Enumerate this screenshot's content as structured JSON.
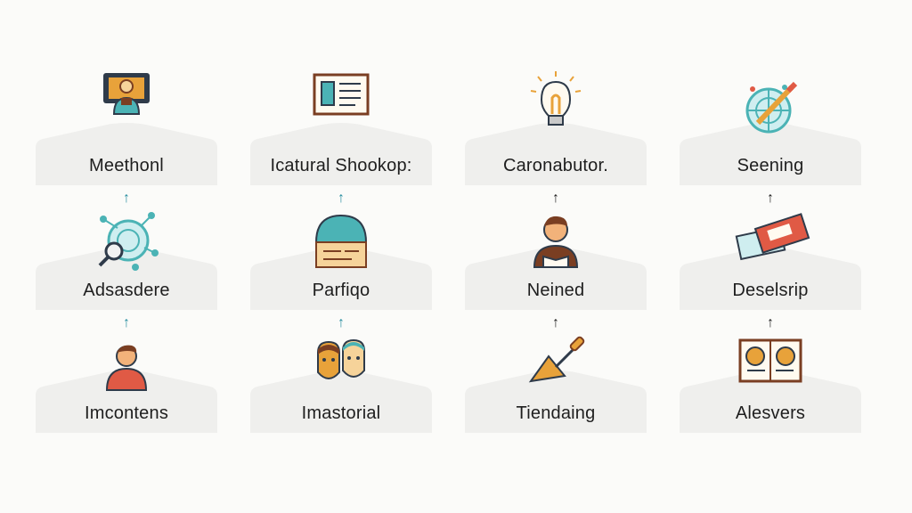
{
  "columns": [
    {
      "cards": [
        {
          "label": "Meethonl",
          "icon": "mentor-monitor-icon"
        },
        {
          "label": "Adsasdere",
          "icon": "network-magnifier-icon"
        },
        {
          "label": "Imcontens",
          "icon": "person-icon"
        }
      ],
      "arrow_color": "#2a8ea0"
    },
    {
      "cards": [
        {
          "label": "Icatural Shookop:",
          "icon": "document-icon"
        },
        {
          "label": "Parfiqo",
          "icon": "dome-board-icon"
        },
        {
          "label": "Imastorial",
          "icon": "two-faces-icon"
        }
      ],
      "arrow_color": "#2a8ea0"
    },
    {
      "cards": [
        {
          "label": "Caronabutor.",
          "icon": "lightbulb-icon"
        },
        {
          "label": "Neined",
          "icon": "reader-person-icon"
        },
        {
          "label": "Tiendaing",
          "icon": "trowel-icon"
        }
      ],
      "arrow_color": "#1e1e1e"
    },
    {
      "cards": [
        {
          "label": "Seening",
          "icon": "web-pencil-icon"
        },
        {
          "label": "Deselsrip",
          "icon": "ticket-cards-icon"
        },
        {
          "label": "Alesvers",
          "icon": "portrait-book-icon"
        }
      ],
      "arrow_color": "#1e1e1e"
    }
  ],
  "arrow_glyph": "↑",
  "colors": {
    "teal": "#4bb3b5",
    "orange": "#e8a23a",
    "brown": "#7a3e22",
    "red": "#e05a45",
    "card": "#efefed"
  }
}
